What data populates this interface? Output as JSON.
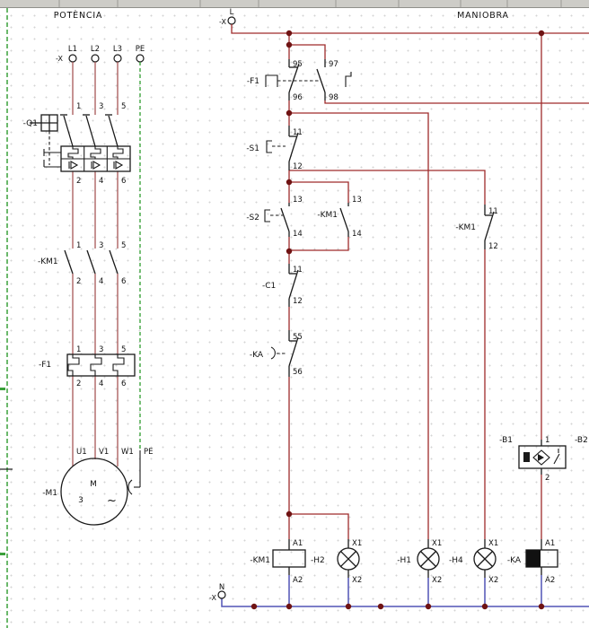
{
  "titles": {
    "power": "POTÈNCIA",
    "control": "MANIOBRA"
  },
  "colors": {
    "wire": "#9f2b2b",
    "power_wire": "#a04848",
    "neutral": "#5153b5",
    "pe_green": "#2f9e2f",
    "symbol": "#1a1a1a",
    "junction": "#6f1313",
    "grid_dot": "#d4d4d4",
    "toolbar_edge": "#cdccc7"
  },
  "power": {
    "terminal_ref": "-X",
    "phases": [
      "L1",
      "L2",
      "L3"
    ],
    "pe": "PE",
    "breaker": {
      "ref": "-Q1",
      "pins_top": [
        "1",
        "3",
        "5"
      ],
      "pins_bottom": [
        "2",
        "4",
        "6"
      ]
    },
    "contactor": {
      "ref": "-KM1",
      "pins_top": [
        "1",
        "3",
        "5"
      ],
      "pins_bottom": [
        "2",
        "4",
        "6"
      ]
    },
    "overload": {
      "ref": "-F1",
      "pins_top": [
        "1",
        "3",
        "5"
      ],
      "pins_bottom": [
        "2",
        "4",
        "6"
      ]
    },
    "motor": {
      "ref": "-M1",
      "terminals": [
        "U1",
        "V1",
        "W1",
        "PE"
      ],
      "letter": "M",
      "phase_count": "3",
      "wave": "~"
    }
  },
  "control": {
    "line_terminal": {
      "ref": "-X",
      "label": "L"
    },
    "neutral_terminal": {
      "ref": "-X",
      "label": "N"
    },
    "f1_aux": {
      "ref": "-F1",
      "pins": [
        "95",
        "96",
        "97",
        "98"
      ]
    },
    "s1": {
      "ref": "-S1",
      "pins": [
        "11",
        "12"
      ]
    },
    "s2": {
      "ref": "-S2",
      "pins": [
        "13",
        "14"
      ]
    },
    "km1_aux": {
      "ref": "-KM1",
      "pins": [
        "13",
        "14"
      ]
    },
    "c1": {
      "ref": "-C1",
      "pins": [
        "11",
        "12"
      ]
    },
    "ka_contact": {
      "ref": "-KA",
      "pins": [
        "55",
        "56"
      ]
    },
    "km1_nc": {
      "ref": "-KM1",
      "pins": [
        "11",
        "12"
      ]
    },
    "b1": {
      "ref": "-B1",
      "pins": [
        "1",
        "2"
      ]
    },
    "b2": {
      "ref": "-B2"
    },
    "km1_coil": {
      "ref": "-KM1",
      "pins": [
        "A1",
        "A2"
      ]
    },
    "h2": {
      "ref": "-H2",
      "pins": [
        "X1",
        "X2"
      ]
    },
    "h1": {
      "ref": "-H1",
      "pins": [
        "X1",
        "X2"
      ]
    },
    "h4": {
      "ref": "-H4",
      "pins": [
        "X1",
        "X2"
      ]
    },
    "ka_coil": {
      "ref": "-KA",
      "pins": [
        "A1",
        "A2"
      ]
    }
  }
}
